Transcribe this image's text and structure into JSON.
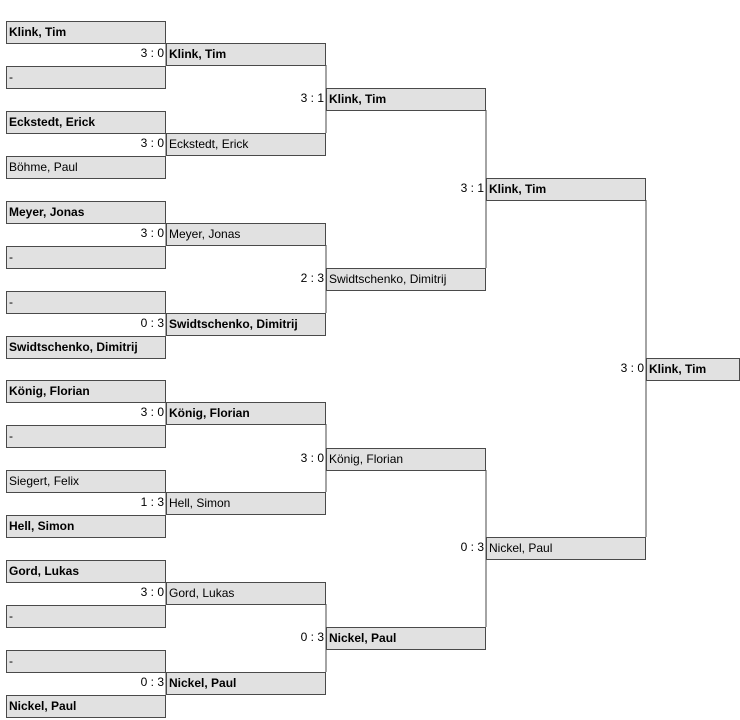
{
  "round1": [
    {
      "name": "Klink, Tim",
      "bold": true
    },
    {
      "name": "-",
      "bold": false
    },
    {
      "name": "Eckstedt, Erick",
      "bold": true
    },
    {
      "name": "Böhme, Paul",
      "bold": false
    },
    {
      "name": "Meyer, Jonas",
      "bold": true
    },
    {
      "name": "-",
      "bold": false
    },
    {
      "name": "-",
      "bold": false
    },
    {
      "name": "Swidtschenko, Dimitrij",
      "bold": true
    },
    {
      "name": "König, Florian",
      "bold": true
    },
    {
      "name": "-",
      "bold": false
    },
    {
      "name": "Siegert, Felix",
      "bold": false
    },
    {
      "name": "Hell, Simon",
      "bold": true
    },
    {
      "name": "Gord, Lukas",
      "bold": true
    },
    {
      "name": "-",
      "bold": false
    },
    {
      "name": "-",
      "bold": false
    },
    {
      "name": "Nickel, Paul",
      "bold": true
    }
  ],
  "round2": [
    {
      "score": "3 : 0",
      "name": "Klink, Tim",
      "bold": true
    },
    {
      "score": "3 : 0",
      "name": "Eckstedt, Erick",
      "bold": false
    },
    {
      "score": "3 : 0",
      "name": "Meyer, Jonas",
      "bold": false
    },
    {
      "score": "0 : 3",
      "name": "Swidtschenko, Dimitrij",
      "bold": true
    },
    {
      "score": "3 : 0",
      "name": "König, Florian",
      "bold": true
    },
    {
      "score": "1 : 3",
      "name": "Hell, Simon",
      "bold": false
    },
    {
      "score": "3 : 0",
      "name": "Gord, Lukas",
      "bold": false
    },
    {
      "score": "0 : 3",
      "name": "Nickel, Paul",
      "bold": true
    }
  ],
  "round3": [
    {
      "score": "3 : 1",
      "name": "Klink, Tim",
      "bold": true
    },
    {
      "score": "2 : 3",
      "name": "Swidtschenko, Dimitrij",
      "bold": false
    },
    {
      "score": "3 : 0",
      "name": "König, Florian",
      "bold": false
    },
    {
      "score": "0 : 3",
      "name": "Nickel, Paul",
      "bold": true
    }
  ],
  "round4": [
    {
      "score": "3 : 1",
      "name": "Klink, Tim",
      "bold": true
    },
    {
      "score": "0 : 3",
      "name": "Nickel, Paul",
      "bold": false
    }
  ],
  "final": {
    "score": "3 : 0",
    "name": "Klink, Tim",
    "bold": true
  }
}
